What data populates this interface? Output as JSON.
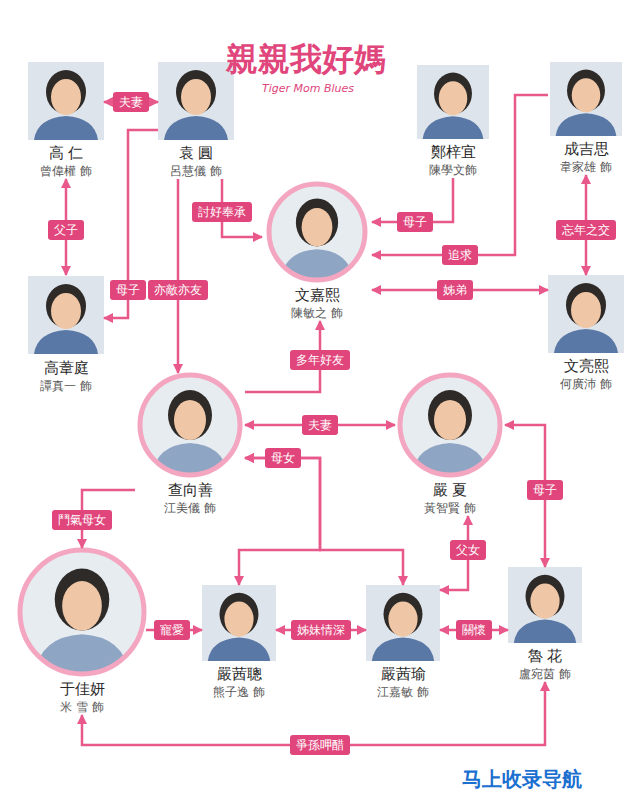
{
  "diagram": {
    "title": "親親我好媽",
    "nodes": [
      {
        "text": [
          "高 仁",
          "曾偉權 飾"
        ]
      },
      {
        "text": [
          "袁 圓",
          "呂慧儀 飾"
        ]
      },
      {
        "text": [
          "鄭梓宜",
          "陳學文飾"
        ]
      },
      {
        "text": [
          "成吉思",
          "韋家雄 飾"
        ]
      },
      {
        "text": [
          "文嘉熙",
          "陳敏之 飾"
        ]
      },
      {
        "text": [
          "高葦庭",
          "譚真一 飾"
        ]
      },
      {
        "text": [
          "文亮熙",
          "何廣沛 飾"
        ]
      },
      {
        "text": [
          "查向善",
          "江美儀 飾"
        ]
      },
      {
        "text": [
          "嚴 夏",
          "黃智賢 飾"
        ]
      },
      {
        "text": [
          "于佳妍",
          "米 雪 飾"
        ]
      },
      {
        "text": [
          "嚴茜聰",
          "熊子逸 飾"
        ]
      },
      {
        "text": [
          "嚴茜瑜",
          "江嘉敏 飾"
        ]
      },
      {
        "text": [
          "魯 花",
          "盧宛茵 飾"
        ]
      }
    ],
    "edges": [
      {
        "from": 0,
        "to": 1,
        "label": "夫妻",
        "arrow": "both"
      },
      {
        "from": 0,
        "to": 5,
        "label": "父子",
        "arrow": "both"
      },
      {
        "from": 1,
        "to": 5,
        "label": "母子",
        "arrow": "to"
      },
      {
        "from": 1,
        "to": 4,
        "label": "討好奉承",
        "arrow": "to"
      },
      {
        "from": 1,
        "to": 7,
        "label": "亦敵亦友",
        "arrow": "to"
      },
      {
        "from": 2,
        "to": 4,
        "label": "母子",
        "arrow": "to"
      },
      {
        "from": 3,
        "to": 4,
        "label": "追求",
        "arrow": "to"
      },
      {
        "from": 3,
        "to": 6,
        "label": "忘年之交",
        "arrow": "both"
      },
      {
        "from": 4,
        "to": 6,
        "label": "姊弟",
        "arrow": "both"
      },
      {
        "from": 7,
        "to": 4,
        "label": "多年好友",
        "arrow": "to"
      },
      {
        "from": 7,
        "to": 8,
        "label": "夫妻",
        "arrow": "both"
      },
      {
        "from": 7,
        "to": 10,
        "label": "母女",
        "arrow": "both"
      },
      {
        "from": 7,
        "to": 11,
        "arrow": "both"
      },
      {
        "from": 8,
        "to": 12,
        "label": "母子",
        "arrow": "both"
      },
      {
        "from": 8,
        "to": 11,
        "label": "父女",
        "arrow": "both"
      },
      {
        "from": 7,
        "to": 9,
        "label": "鬥氣母女",
        "arrow": "to"
      },
      {
        "from": 9,
        "to": 10,
        "label": "寵愛",
        "arrow": "to"
      },
      {
        "from": 10,
        "to": 11,
        "label": "姊妹情深",
        "arrow": "both"
      },
      {
        "from": 12,
        "to": 11,
        "label": "關懷",
        "arrow": "both"
      },
      {
        "from": 9,
        "to": 12,
        "label": "爭孫呷醋",
        "arrow": "both"
      }
    ],
    "labels": [
      "Tiger Mom Blues",
      "马上收录导航"
    ]
  }
}
